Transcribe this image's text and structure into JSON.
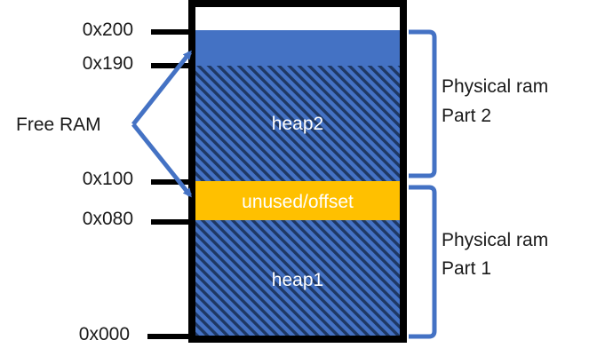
{
  "addresses": {
    "a200": "0x200",
    "a190": "0x190",
    "a100": "0x100",
    "a080": "0x080",
    "a000": "0x000"
  },
  "regions": {
    "heap2": "heap2",
    "unused": "unused/offset",
    "heap1": "heap1"
  },
  "free_ram_label": "Free RAM",
  "brackets": {
    "part2_line1": "Physical ram",
    "part2_line2": "Part 2",
    "part1_line1": "Physical ram",
    "part1_line2": "Part 1"
  },
  "colors": {
    "heap_blue": "#4472c4",
    "hatch_dark": "#1f3864",
    "free_blue": "#4472c4",
    "unused_fill": "#ffc000",
    "border": "#000000",
    "bracket": "#4472c4",
    "arrow": "#4472c4"
  }
}
